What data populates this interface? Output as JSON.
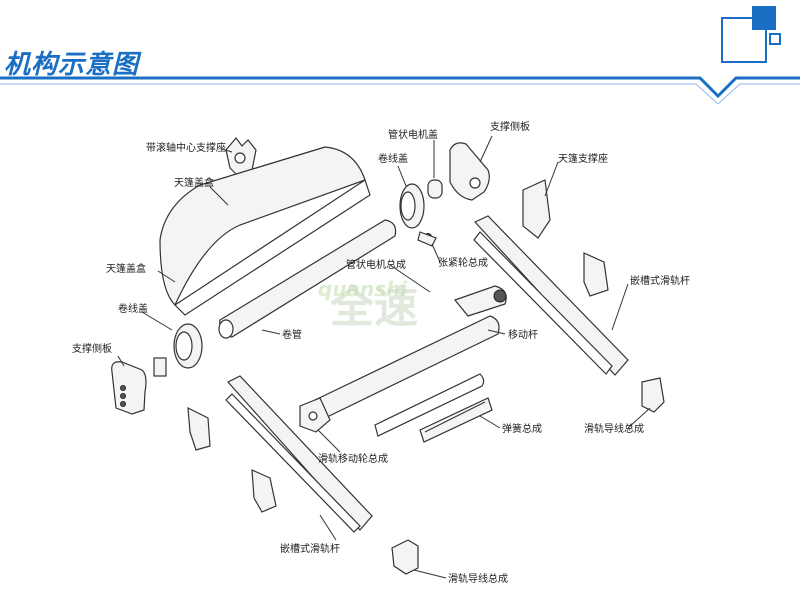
{
  "title": "机构示意图",
  "watermark": "全速",
  "watermark_latin": "quanshi",
  "colors": {
    "accent": "#1a6fc4",
    "brand_square": "#1a6fc4"
  },
  "labels": {
    "roller_center_bracket": "带滚轴中心支撑座",
    "cover_box_top": "天篷盖盒",
    "cover_box_left": "天篷盖盒",
    "winding_wheel_top": "卷线盖",
    "winding_wheel_left": "卷线盖",
    "tube_motor_cover": "管状电机盖",
    "support_plate_top": "支撑侧板",
    "support_plate_left": "支撑侧板",
    "canopy_bracket": "天篷支撑座",
    "tension_wheel": "张紧轮总成",
    "tube_motor": "管状电机总成",
    "roller_tube": "卷管",
    "rail_right": "嵌槽式滑轨杆",
    "rail_bottom": "嵌槽式滑轨杆",
    "moving_bar": "移动杆",
    "spring_assembly": "弹簧总成",
    "slider_guide_right": "滑轨导线总成",
    "slider_guide_bottom": "滑轨导线总成",
    "rail_moving_wheel": "滑轨移动轮总成"
  }
}
